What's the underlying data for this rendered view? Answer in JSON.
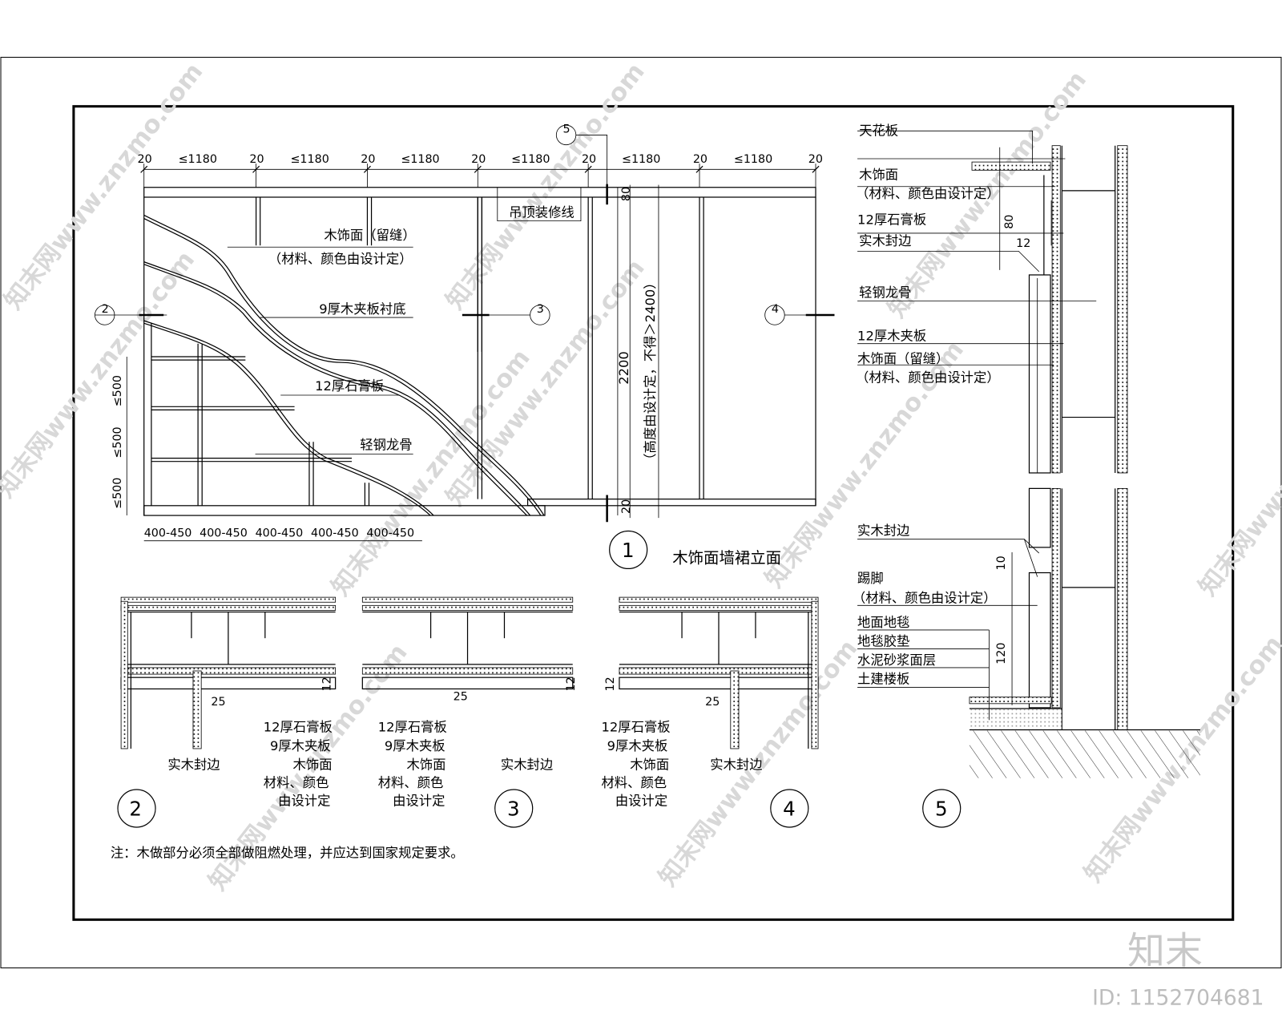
{
  "elevation": {
    "top_dims": [
      "20",
      "≤1180",
      "20",
      "≤1180",
      "20",
      "≤1180",
      "20",
      "≤1180",
      "20",
      "≤1180",
      "20",
      "≤1180",
      "20"
    ],
    "left_dims": [
      "≤500",
      "≤500",
      "≤500"
    ],
    "bottom_dims": [
      "400-450",
      "400-450",
      "400-450",
      "400-450",
      "400-450"
    ],
    "dim_top_rail": "80",
    "dim_bottom_rail": "20",
    "height_dim": "2200",
    "height_note": "（高度由设计定，不得＞2400）",
    "labels": {
      "ceiling_trim": "吊顶装修线",
      "wood_finish": "木饰面（留缝）",
      "wood_finish_note": "（材料、颜色由设计定）",
      "plywood_base": "9厚木夹板衬底",
      "gypsum": "12厚石膏板",
      "steel_keel": "轻钢龙骨"
    },
    "section_marks": [
      "2",
      "3",
      "4",
      "5"
    ],
    "number": "1",
    "title": "木饰面墙裙立面"
  },
  "details": [
    {
      "number": "2",
      "dim_gap": "25",
      "dim_thk": "12",
      "labels": [
        "12厚石膏板",
        "9厚木夹板",
        "木饰面",
        "材料、颜色",
        "由设计定"
      ],
      "edge_label": "实木封边"
    },
    {
      "number": "3",
      "dim_gap": "25",
      "dim_thk": "12",
      "labels": [
        "12厚石膏板",
        "9厚木夹板",
        "木饰面",
        "材料、颜色",
        "由设计定"
      ],
      "edge_label": "实木封边"
    },
    {
      "number": "4",
      "dim_gap": "25",
      "dim_thk": "12",
      "labels": [
        "12厚石膏板",
        "9厚木夹板",
        "木饰面",
        "材料、颜色",
        "由设计定"
      ],
      "edge_label": "实木封边"
    }
  ],
  "section5": {
    "number": "5",
    "labels_top": [
      "天花板",
      "木饰面",
      "（材料、颜色由设计定）",
      "12厚石膏板",
      "实木封边",
      "轻钢龙骨",
      "12厚木夹板",
      "木饰面（留缝）",
      "（材料、颜色由设计定）"
    ],
    "labels_bottom": [
      "实木封边",
      "踢脚",
      "（材料、颜色由设计定）",
      "地面地毯",
      "地毯胶垫",
      "水泥砂浆面层",
      "土建楼板"
    ],
    "dim_80": "80",
    "dim_12": "12",
    "dim_10": "10",
    "dim_120": "120"
  },
  "note": "注：木做部分必须全部做阻燃处理，并应达到国家规定要求。",
  "watermark": "知末网www.znzmo.com",
  "logo": "知末",
  "id_text": "ID: 1152704681"
}
